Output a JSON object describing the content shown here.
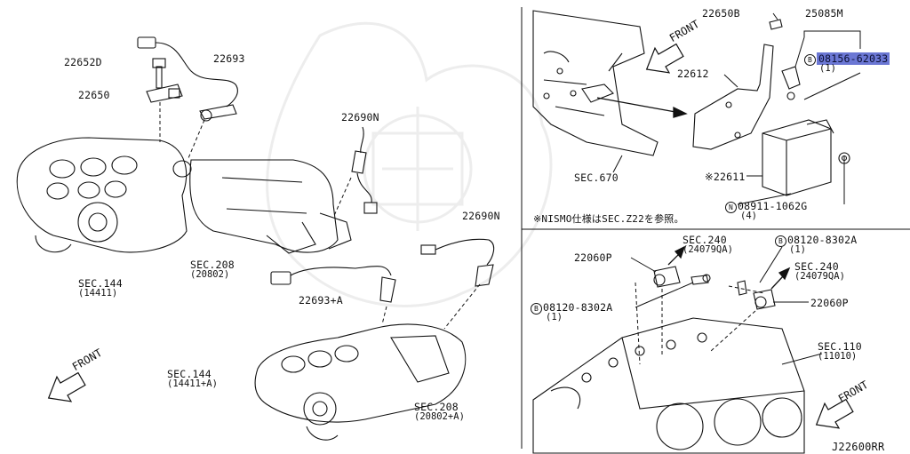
{
  "watermark": {
    "description_icon": "samurai-helmet-watermark"
  },
  "labels": {
    "p22652D": "22652D",
    "p22650": "22650",
    "p22693": "22693",
    "p22690N_top": "22690N",
    "sec144_top": "SEC.144",
    "sec144_top_sub": "(14411)",
    "sec208_top": "SEC.208",
    "sec208_top_sub": "(20802)",
    "p22690N_mid": "22690N",
    "p22693A": "22693+A",
    "sec144_bottom": "SEC.144",
    "sec144_bottom_sub": "(14411+A)",
    "sec208_bottom": "SEC.208",
    "sec208_bottom_sub": "(20802+A)",
    "p22650B": "22650B",
    "p25085M": "25085M",
    "bolt_08156_circle": "B",
    "bolt_08156": "08156-62033",
    "bolt_08156_qty": "(1)",
    "p22612": "22612",
    "sec670": "SEC.670",
    "p22611": "22611",
    "p22611_mark": "※",
    "nut_08911_circle": "N",
    "nut_08911": "08911-1062G",
    "nut_08911_qty": "(4)",
    "nismo_note": "※NISMO仕様はSEC.Z22を参照。",
    "sec240_a": "SEC.240",
    "sec240_a_sub": "(24079QA)",
    "bolt_08120_a_circle": "B",
    "bolt_08120_a": "08120-8302A",
    "bolt_08120_a_qty": "(1)",
    "p22060P_left": "22060P",
    "sec240_b": "SEC.240",
    "sec240_b_sub": "(24079QA)",
    "p22060P_right": "22060P",
    "bolt_08120_b_circle": "B",
    "bolt_08120_b": "08120-8302A",
    "bolt_08120_b_qty": "(1)",
    "sec110": "SEC.110",
    "sec110_sub": "(11010)",
    "diagram_code": "J22600RR"
  },
  "front_labels": [
    "FRONT",
    "FRONT",
    "FRONT"
  ],
  "colors": {
    "highlight": "#6b77d4",
    "line": "#111111",
    "watermark": "#ececec"
  }
}
